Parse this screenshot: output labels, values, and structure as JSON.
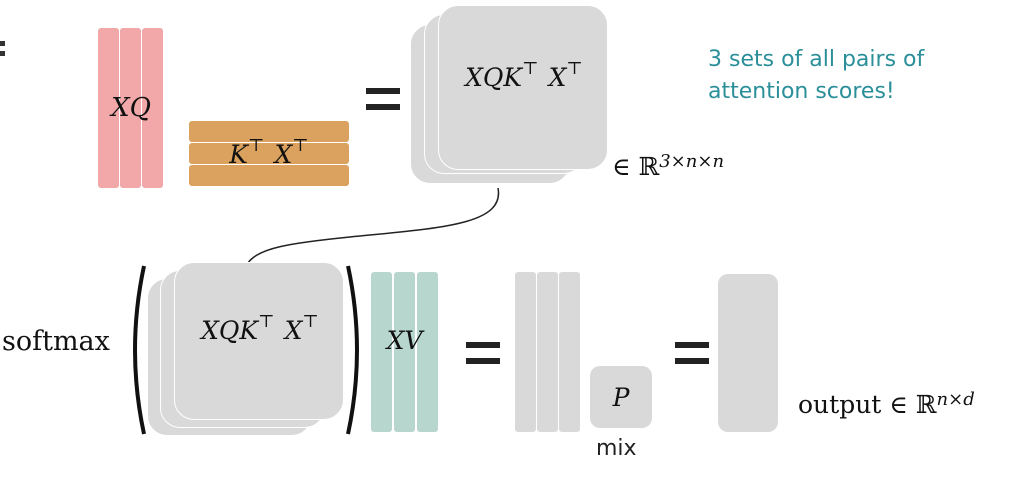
{
  "top": {
    "xq_label": "XQ",
    "kt_label": "K",
    "kt_sup": "⊤",
    "xt_label": "X",
    "xt_sup": "⊤",
    "result_q": "XQK",
    "result_sup1": "⊤",
    "result_x": "X",
    "result_sup2": "⊤",
    "annotation_line1": "3 sets of all pairs of",
    "annotation_line2": "attention scores!",
    "dims_prefix": "∈ ℝ",
    "dims_sup": "3×n×n"
  },
  "bottom": {
    "softmax_label": "softmax",
    "inner_q": "XQK",
    "inner_sup1": "⊤",
    "inner_x": "X",
    "inner_sup2": "⊤",
    "xv_label": "XV",
    "p_label": "P",
    "mix_label": "mix",
    "output_prefix": "output ∈ ℝ",
    "output_sup": "n×d"
  },
  "colors": {
    "query": "#f2a7a8",
    "key": "#dba15e",
    "value": "#b6d6ce",
    "matrix": "#d9d9d9",
    "annotation": "#2b8f9a"
  }
}
